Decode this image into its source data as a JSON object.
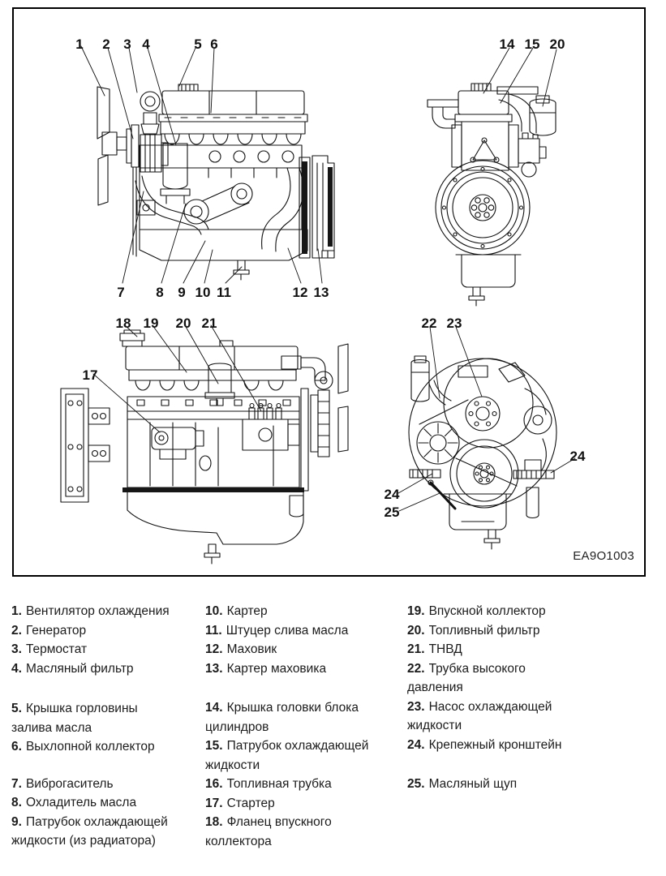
{
  "figure": {
    "code": "EA9O1003",
    "colors": {
      "ink": "#111111",
      "paper": "#ffffff"
    },
    "callouts": {
      "a": [
        "1",
        "2",
        "3",
        "4",
        "5",
        "6",
        "7",
        "8",
        "9",
        "10",
        "11",
        "12",
        "13"
      ],
      "b": [
        "14",
        "15",
        "20"
      ],
      "c": [
        "17",
        "18",
        "19",
        "20",
        "21"
      ],
      "d": [
        "22",
        "23",
        "24",
        "24",
        "25"
      ]
    }
  },
  "legend": {
    "columns": [
      {
        "items": [
          {
            "num": "1.",
            "text": "Вентилятор охлаждения"
          },
          {
            "num": "2.",
            "text": "Генератор"
          },
          {
            "num": "3.",
            "text": "Термостат"
          },
          {
            "num": "4.",
            "text": "Масляный фильтр"
          },
          {
            "num": "5.",
            "text": "Крышка горловины\nзалива масла"
          },
          {
            "num": "6.",
            "text": "Выхлопной коллектор"
          },
          {
            "num": "7.",
            "text": "Виброгаситель"
          },
          {
            "num": "8.",
            "text": "Охладитель масла"
          },
          {
            "num": "9.",
            "text": "Патрубок охлаждающей\nжидкости (из радиатора)"
          }
        ]
      },
      {
        "items": [
          {
            "num": "10.",
            "text": "Картер"
          },
          {
            "num": "11.",
            "text": "Штуцер слива масла"
          },
          {
            "num": "12.",
            "text": "Маховик"
          },
          {
            "num": "13.",
            "text": "Картер маховика"
          },
          {
            "num": "14.",
            "text": "Крышка головки блока\nцилиндров"
          },
          {
            "num": "15.",
            "text": "Патрубок охлаждающей\nжидкости"
          },
          {
            "num": "16.",
            "text": "Топливная трубка"
          },
          {
            "num": "17.",
            "text": "Стартер"
          },
          {
            "num": "18.",
            "text": "Фланец впускного\nколлектора"
          }
        ]
      },
      {
        "items": [
          {
            "num": "19.",
            "text": "Впускной коллектор"
          },
          {
            "num": "20.",
            "text": "Топливный фильтр"
          },
          {
            "num": "21.",
            "text": "ТНВД"
          },
          {
            "num": "22.",
            "text": "Трубка высокого\nдавления"
          },
          {
            "num": "23.",
            "text": "Насос охлаждающей\nжидкости"
          },
          {
            "num": "24.",
            "text": "Крепежный кронштейн"
          },
          {
            "num": "25.",
            "text": "Масляный щуп"
          }
        ]
      }
    ]
  }
}
